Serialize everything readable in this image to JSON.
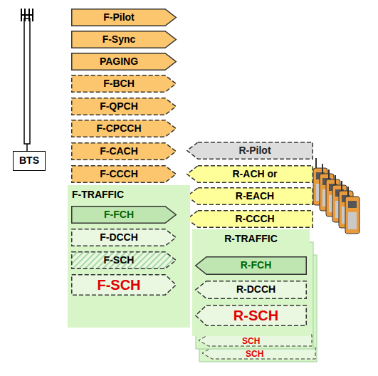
{
  "diagram": {
    "nodes": [
      {
        "text": [
          "BTS"
        ]
      },
      {
        "text": [
          "F-Pilot"
        ]
      },
      {
        "text": [
          "F-Sync"
        ]
      },
      {
        "text": [
          "PAGING"
        ]
      },
      {
        "text": [
          "F-BCH"
        ]
      },
      {
        "text": [
          "F-QPCH"
        ]
      },
      {
        "text": [
          "F-CPCCH"
        ]
      },
      {
        "text": [
          "F-CACH"
        ]
      },
      {
        "text": [
          "F-CCCH"
        ]
      },
      {
        "text": [
          "R-Pilot"
        ]
      },
      {
        "text": [
          "R-ACH or"
        ]
      },
      {
        "text": [
          "R-EACH"
        ]
      },
      {
        "text": [
          "R-CCCH"
        ]
      },
      {
        "text": [
          "F-TRAFFIC"
        ]
      },
      {
        "text": [
          "F-FCH"
        ],
        "in": 13
      },
      {
        "text": [
          "F-DCCH"
        ],
        "in": 13
      },
      {
        "text": [
          "F-SCH"
        ],
        "in": 13
      },
      {
        "text": [
          "F-SCH"
        ],
        "in": 13
      },
      {
        "text": [
          "R-TRAFFIC"
        ]
      },
      {
        "text": [
          "R-FCH"
        ],
        "in": 18
      },
      {
        "text": [
          "R-DCCH"
        ],
        "in": 18
      },
      {
        "text": [
          "R-SCH"
        ],
        "in": 18
      }
    ],
    "labels": [
      "SCH",
      "SCH"
    ]
  }
}
